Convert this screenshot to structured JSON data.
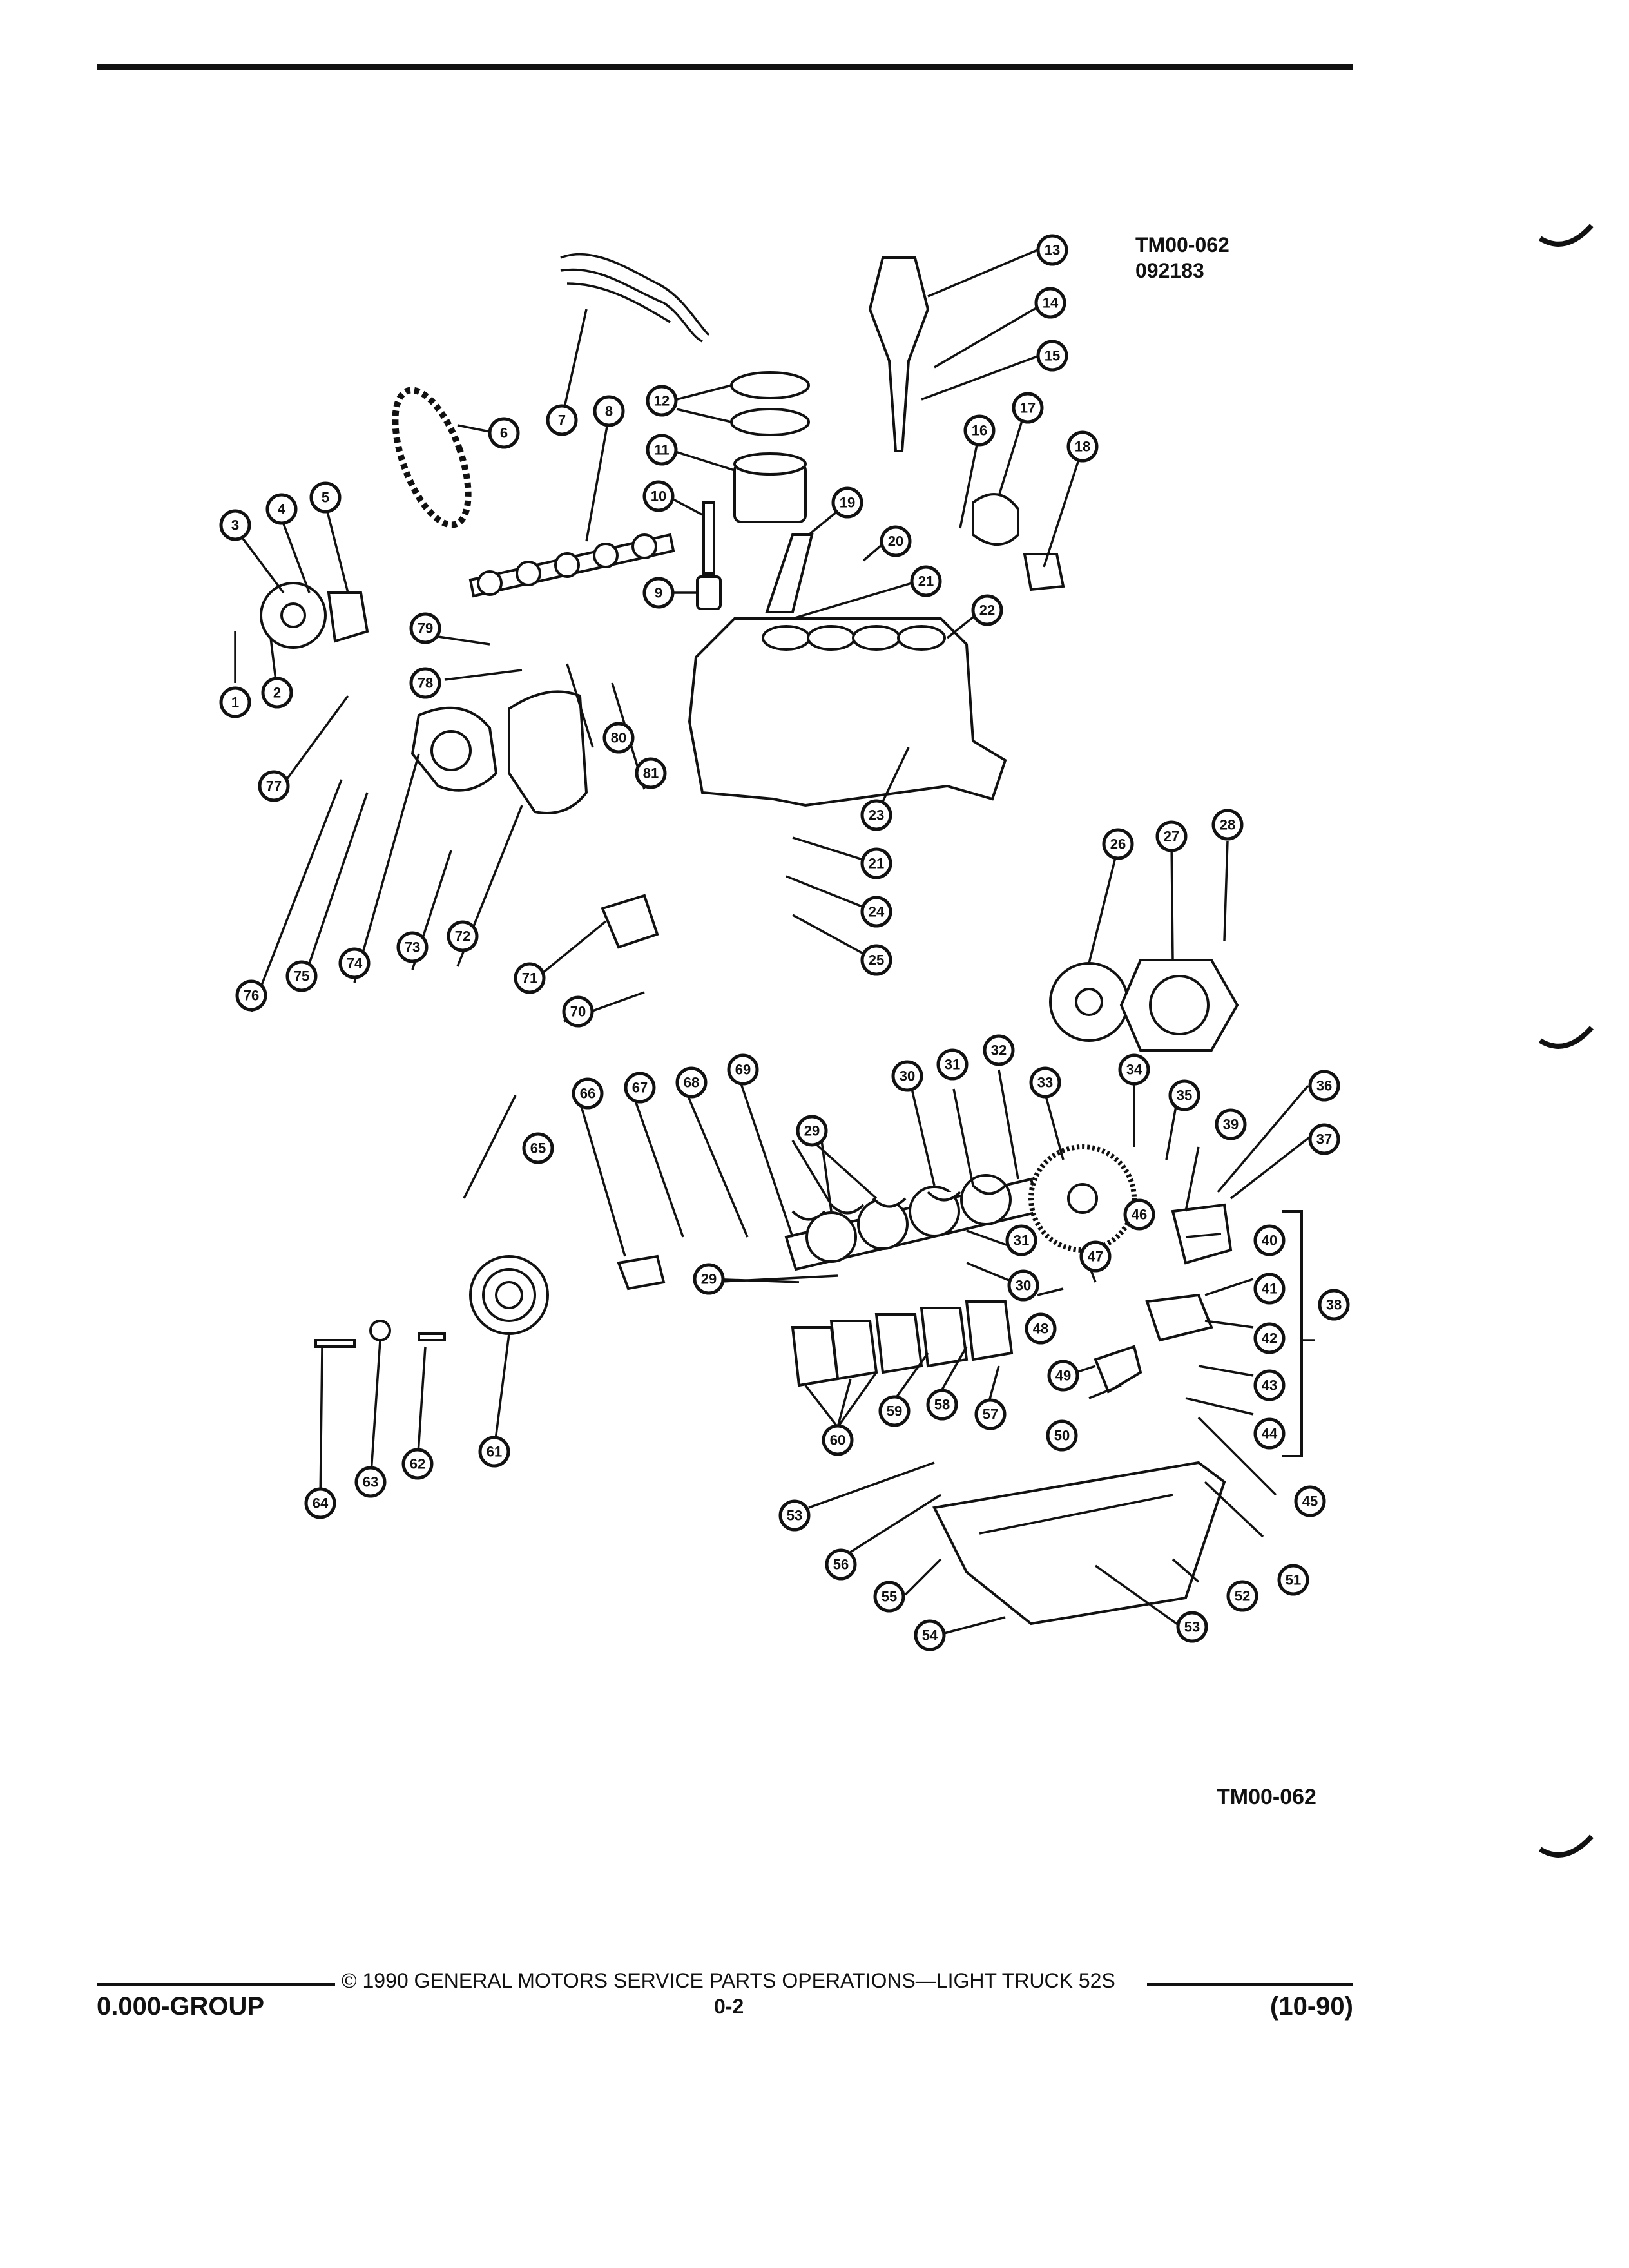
{
  "figure": {
    "id_top_line1": "TM00-062",
    "id_top_line2": "092183",
    "id_bottom": "TM00-062"
  },
  "footer": {
    "copyright": "© 1990 GENERAL MOTORS SERVICE PARTS OPERATIONS—LIGHT TRUCK 52S",
    "group": "0.000-GROUP",
    "page": "0-2",
    "date": "(10-90)"
  },
  "callouts": [
    "1",
    "2",
    "3",
    "4",
    "5",
    "6",
    "7",
    "8",
    "9",
    "10",
    "11",
    "12",
    "13",
    "14",
    "15",
    "16",
    "17",
    "18",
    "19",
    "20",
    "21",
    "22",
    "23",
    "24",
    "25",
    "26",
    "27",
    "28",
    "29",
    "30",
    "31",
    "32",
    "33",
    "34",
    "35",
    "36",
    "37",
    "38",
    "39",
    "40",
    "41",
    "42",
    "43",
    "44",
    "45",
    "46",
    "47",
    "48",
    "49",
    "50",
    "51",
    "52",
    "53",
    "54",
    "55",
    "56",
    "57",
    "58",
    "59",
    "60",
    "61",
    "62",
    "63",
    "64",
    "65",
    "66",
    "67",
    "68",
    "69",
    "70",
    "71",
    "72",
    "73",
    "74",
    "75",
    "76",
    "77",
    "78",
    "79",
    "80",
    "81"
  ]
}
